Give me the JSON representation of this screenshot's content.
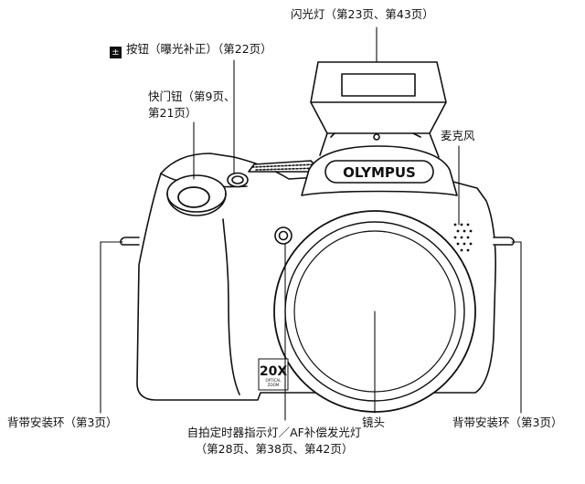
{
  "labels": {
    "flash": "闪光灯（第23页、第43页）",
    "exposure_icon_text": "±",
    "exposure_button": "按钮（曝光补正）（第22页）",
    "shutter_line1": "快门钮（第9页、",
    "shutter_line2": "第21页）",
    "microphone": "麦克风",
    "strap_left": "背带安装环（第3页）",
    "strap_right": "背带安装环（第3页）",
    "lens": "镜头",
    "self_timer_line1": "自拍定时器指示灯／AF补偿发光灯",
    "self_timer_line2": "（第28页、第38页、第42页）"
  },
  "camera": {
    "brand": "OLYMPUS",
    "zoom_badge": "20X",
    "zoom_sub1": "OPTICAL",
    "zoom_sub2": "ZOOM"
  }
}
